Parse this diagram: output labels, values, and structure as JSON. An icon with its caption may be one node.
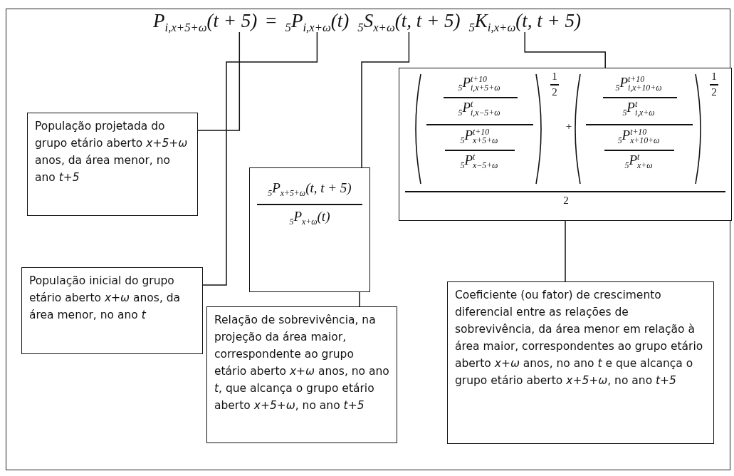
{
  "diagram": {
    "nodes": [
      {
        "text": [
          "P$_{i,x+5+ω}$(t + 5)"
        ]
      },
      {
        "text": [
          "$_{5}$P$_{i,x+ω}$(t)"
        ]
      },
      {
        "text": [
          "$_{5}$S$_{x+ω}$(t, t + 5)"
        ]
      },
      {
        "text": [
          "$_{5}$K$_{i,x+ω}$(t, t + 5)"
        ]
      },
      {
        "text": [
          "População projetada do grupo etário aberto *x+5+ω* anos, da área menor, no ano *t+5*"
        ]
      },
      {
        "text": [
          "População inicial do grupo etário aberto *x+ω* anos, da área menor, no ano *t*"
        ]
      },
      {
        "text": [
          "$_{5}$P$_{x+5+ω}$(t, t + 5)",
          "$_{5}$P$_{x+ω}$(t)"
        ]
      },
      {
        "text": [
          "$_{5}$P$^{t+10}$$_{i,x+5+ω}$",
          "$_{5}$P$^{t}$$_{i,x−5+ω}$",
          "$_{5}$P$^{t+10}$$_{x+5+ω}$",
          "$_{5}$P$^{t}$$_{x−5+ω}$",
          "1",
          "2",
          "+",
          "$_{5}$P$^{t+10}$$_{i,x+10+ω}$",
          "$_{5}$P$^{t}$$_{i,x+ω}$",
          "$_{5}$P$^{t+10}$$_{x+10+ω}$",
          "$_{5}$P$^{t}$$_{x+ω}$",
          "1",
          "2",
          "2"
        ]
      },
      {
        "text": [
          "Relação de sobrevivência, na projeção da área maior, correspondente ao grupo etário aberto *x+ω* anos, no ano *t*, que alcança o grupo etário aberto *x+5+ω*, no ano *t+5*"
        ]
      },
      {
        "text": [
          "Coeficiente (ou fator) de crescimento diferencial entre as relações de sobrevivência, da área menor em relação à área maior, correspondentes ao grupo etário aberto *x+ω* anos, no ano *t* e que alcança o grupo etário aberto *x+5+ω*, no ano *t+5*"
        ]
      }
    ],
    "edges": [
      {
        "from": 0,
        "to": 4,
        "arrow": "none"
      },
      {
        "from": 1,
        "to": 5,
        "arrow": "none"
      },
      {
        "from": 2,
        "to": 6,
        "arrow": "none"
      },
      {
        "from": 3,
        "to": 7,
        "arrow": "none"
      },
      {
        "from": 6,
        "to": 8,
        "arrow": "none"
      },
      {
        "from": 7,
        "to": 9,
        "arrow": "none"
      }
    ],
    "labels": [
      "="
    ]
  }
}
